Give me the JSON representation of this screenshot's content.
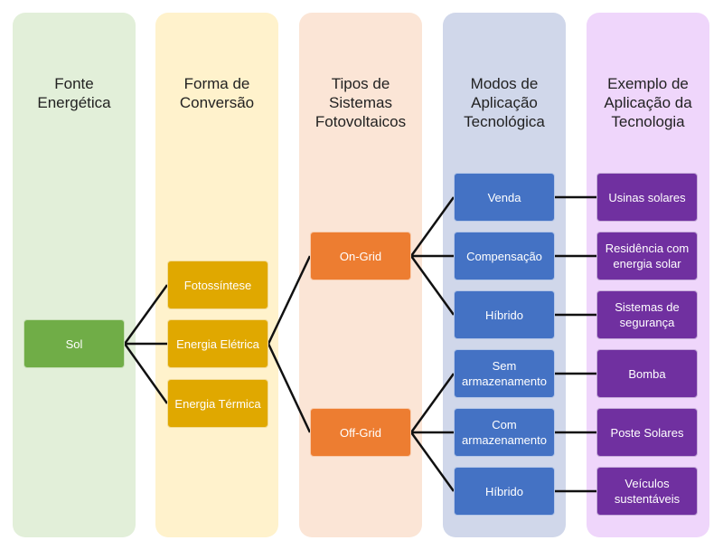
{
  "columns": [
    {
      "title": "Fonte Energética",
      "color": "#e2efd9"
    },
    {
      "title": "Forma de Conversão",
      "color": "#fff2cc"
    },
    {
      "title": "Tipos de Sistemas Fotovoltaicos",
      "color": "#fbe5d6"
    },
    {
      "title": "Modos de Aplicação Tecnológica",
      "color": "#d0d7ea"
    },
    {
      "title": "Exemplo de Aplicação da Tecnologia",
      "color": "#efd6fb"
    }
  ],
  "source": "Sol",
  "conversion": [
    "Fotossíntese",
    "Energia Elétrica",
    "Energia Térmica"
  ],
  "systems": [
    "On-Grid",
    "Off-Grid"
  ],
  "modes": [
    "Venda",
    "Compensação",
    "Híbrido",
    "Sem armazenamento",
    "Com armazenamento",
    "Híbrido"
  ],
  "examples": [
    "Usinas solares",
    "Residência com energia solar",
    "Sistemas de segurança",
    "Bomba",
    "Poste Solares",
    "Veículos sustentáveis"
  ]
}
